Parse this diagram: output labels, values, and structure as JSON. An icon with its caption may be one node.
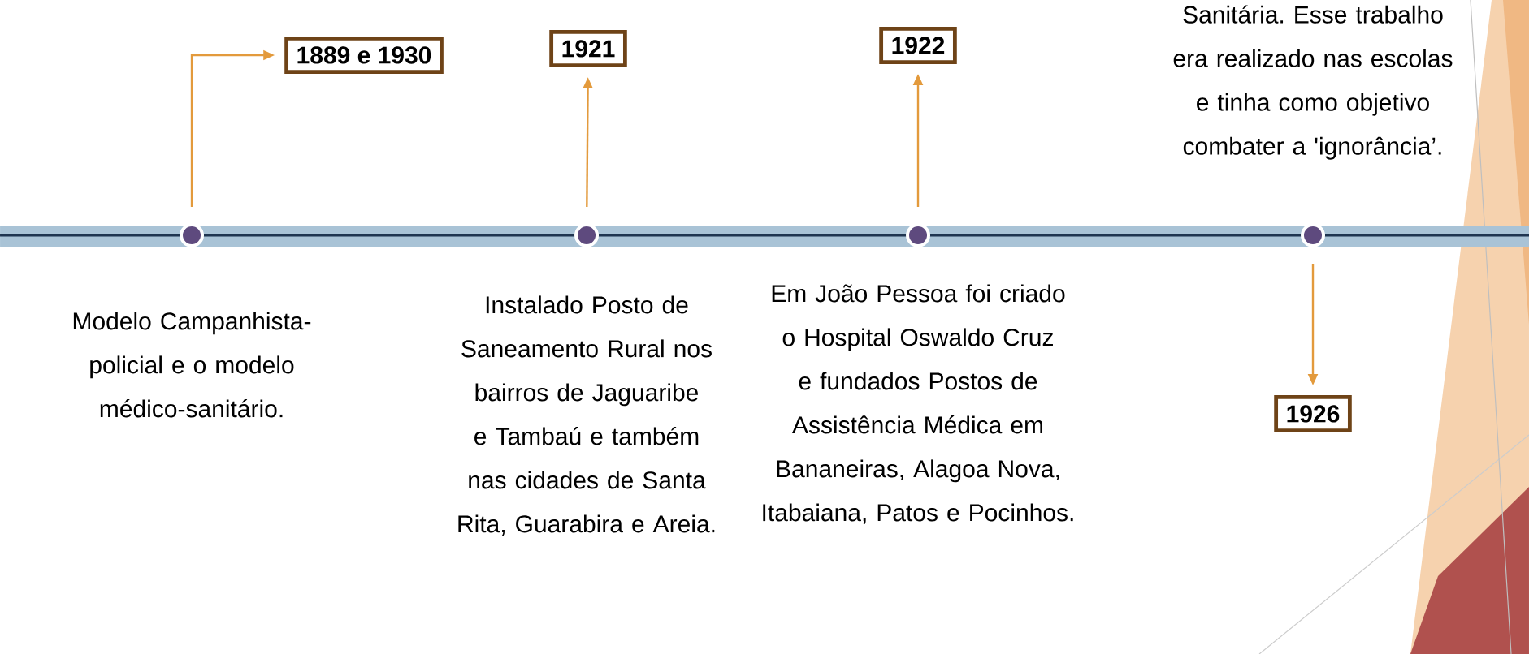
{
  "diagram": {
    "nodes": [
      {
        "text": [
          "1889 e 1930"
        ]
      },
      {
        "text": [
          "1921"
        ]
      },
      {
        "text": [
          "1922"
        ]
      },
      {
        "text": [
          "1926"
        ]
      },
      {
        "text": [],
        "shape": "circle",
        "beside": [
          "Modelo Campanhista-policial e o modelo médico-sanitário."
        ]
      },
      {
        "text": [],
        "shape": "circle",
        "beside": [
          "Instalado Posto de Saneamento Rural nos bairros de Jaguaribe e Tambaú e também nas cidades de Santa Rita, Guarabira e Areia."
        ]
      },
      {
        "text": [],
        "shape": "circle",
        "beside": [
          "Em João Pessoa foi criado o Hospital Oswaldo Cruz e fundados Postos de Assistência Médica em Bananeiras, Alagoa Nova, Itabaiana, Patos e Pocinhos."
        ]
      },
      {
        "text": [],
        "shape": "circle"
      }
    ],
    "labels": [
      "Sanitária. Esse trabalho era realizado nas escolas e tinha como objetivo combater a 'ignorância’."
    ],
    "edges": [
      {
        "from": 4,
        "to": 0,
        "arrow": "to"
      },
      {
        "from": 5,
        "to": 1,
        "arrow": "to"
      },
      {
        "from": 6,
        "to": 2,
        "arrow": "to"
      },
      {
        "from": 7,
        "to": 3,
        "arrow": "to"
      }
    ]
  }
}
